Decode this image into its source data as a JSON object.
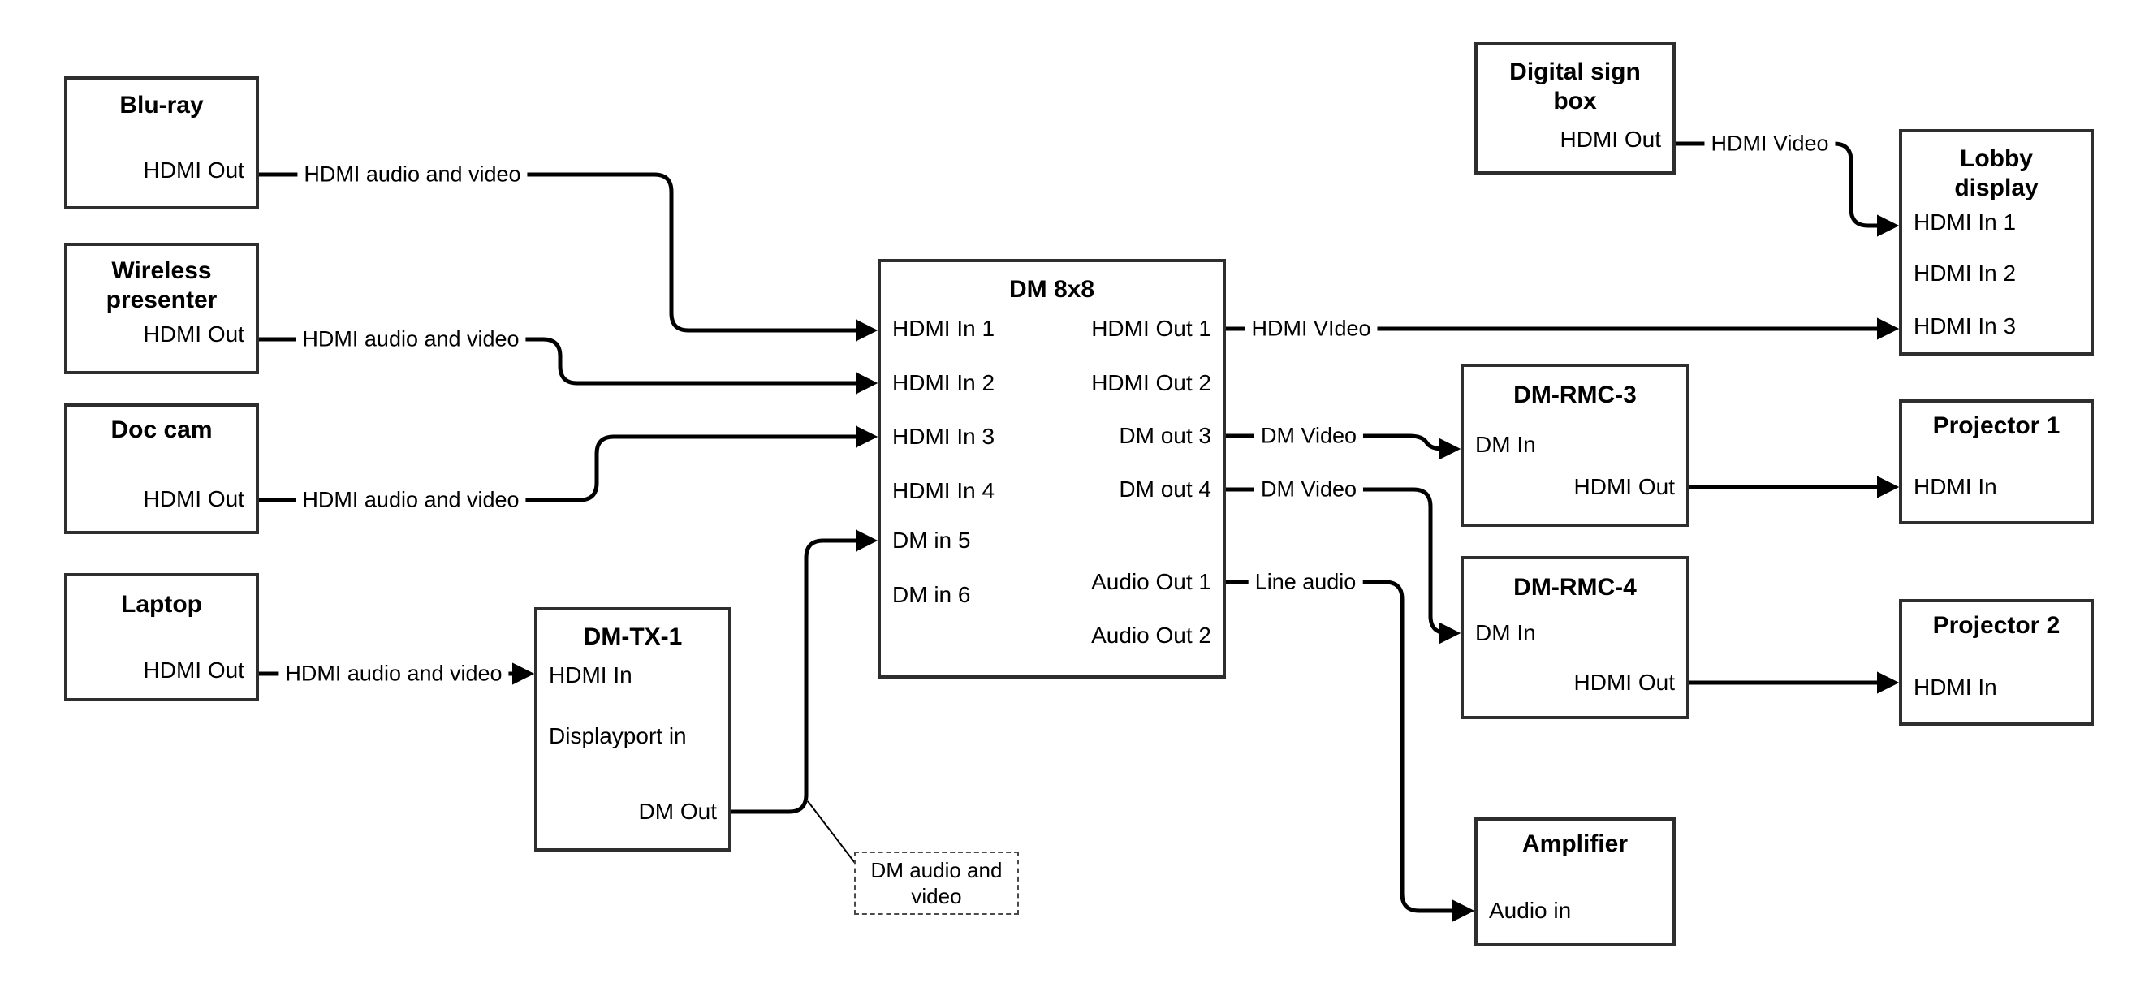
{
  "colors": {
    "background": "#ffffff",
    "wire": "#000000",
    "box_border": "#2e2e2e",
    "text": "#000000"
  },
  "devices": {
    "bluray": {
      "title": "Blu-ray",
      "port_hdmi_out": "HDMI Out"
    },
    "wireless": {
      "title": "Wireless\npresenter",
      "port_hdmi_out": "HDMI Out"
    },
    "doccam": {
      "title": "Doc cam",
      "port_hdmi_out": "HDMI Out"
    },
    "laptop": {
      "title": "Laptop",
      "port_hdmi_out": "HDMI Out"
    },
    "dmtx1": {
      "title": "DM-TX-1",
      "port_hdmi_in": "HDMI In",
      "port_displayport_in": "Displayport in",
      "port_dm_out": "DM Out"
    },
    "dm8x8": {
      "title": "DM 8x8",
      "inputs": [
        "HDMI In 1",
        "HDMI In 2",
        "HDMI In 3",
        "HDMI In 4",
        "DM in 5",
        "DM in 6"
      ],
      "outputs": [
        "HDMI Out 1",
        "HDMI Out 2",
        "DM out 3",
        "DM out 4",
        "Audio Out 1",
        "Audio Out 2"
      ]
    },
    "digital_sign": {
      "title": "Digital sign\nbox",
      "port_hdmi_out": "HDMI Out"
    },
    "lobby": {
      "title": "Lobby\ndisplay",
      "inputs": [
        "HDMI In 1",
        "HDMI In 2",
        "HDMI In 3"
      ]
    },
    "dmrmc3": {
      "title": "DM-RMC-3",
      "port_dm_in": "DM In",
      "port_hdmi_out": "HDMI Out"
    },
    "proj1": {
      "title": "Projector 1",
      "port_hdmi_in": "HDMI In"
    },
    "dmrmc4": {
      "title": "DM-RMC-4",
      "port_dm_in": "DM In",
      "port_hdmi_out": "HDMI Out"
    },
    "proj2": {
      "title": "Projector 2",
      "port_hdmi_in": "HDMI In"
    },
    "amplifier": {
      "title": "Amplifier",
      "port_audio_in": "Audio in"
    }
  },
  "wire_labels": {
    "bluray_to_dm8x8": "HDMI audio and video",
    "wireless_to_dm8x8": "HDMI audio and video",
    "doccam_to_dm8x8": "HDMI audio and video",
    "laptop_to_dmtx1": "HDMI audio and video",
    "hdmi_out1_to_lobby": "HDMI VIdeo",
    "dm_out3_to_rmc3": "DM Video",
    "dm_out4_to_rmc4": "DM Video",
    "audio_out1_to_amp": "Line audio",
    "digital_sign_to_lobby": "HDMI Video"
  },
  "annotation": {
    "text": "DM audio and\nvideo"
  }
}
